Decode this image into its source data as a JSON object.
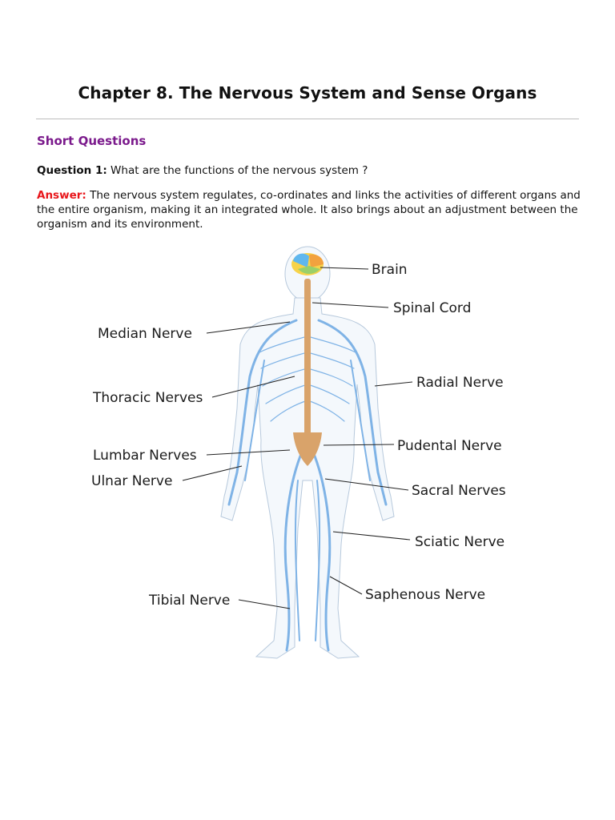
{
  "header": {
    "title": "Chapter 8. The Nervous System and Sense Organs"
  },
  "section": {
    "heading": "Short Questions"
  },
  "qa": {
    "question_label": "Question 1:",
    "question_text": " What are the functions of the nervous system ?",
    "answer_label": "Answer:",
    "answer_text": " The nervous system regulates, co-ordinates and links the activities of different organs and the entire organism, making it an integrated whole. It also brings about an adjustment between the organism and its environment."
  },
  "figure": {
    "labels": {
      "brain": "Brain",
      "spinal_cord": "Spinal Cord",
      "median_nerve": "Median Nerve",
      "radial_nerve": "Radial Nerve",
      "thoracic_nerves": "Thoracic Nerves",
      "pudental_nerve": "Pudental Nerve",
      "lumbar_nerves": "Lumbar Nerves",
      "ulnar_nerve": "Ulnar Nerve",
      "sacral_nerves": "Sacral Nerves",
      "sciatic_nerve": "Sciatic Nerve",
      "saphenous_nerve": "Saphenous  Nerve",
      "tibial_nerve": "Tibial Nerve"
    },
    "colors": {
      "nerve": "#7fb3e6",
      "spine": "#d9a36a",
      "body_outline": "#b7c9dc"
    }
  }
}
